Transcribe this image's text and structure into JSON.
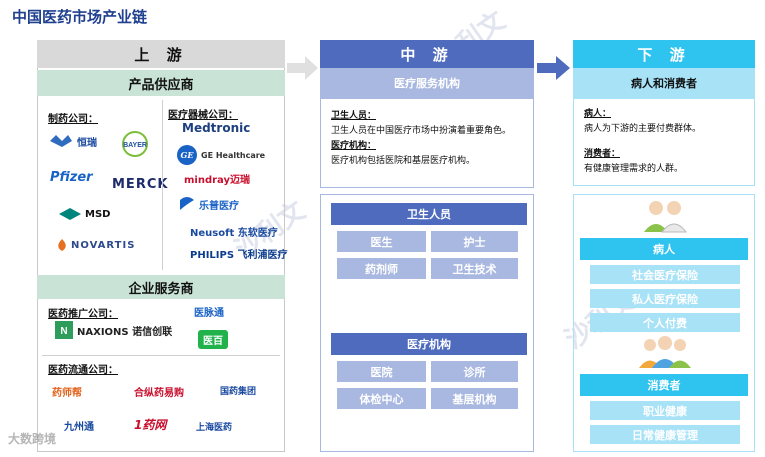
{
  "title": "中国医药市场产业链",
  "upstream": {
    "header": "上 游",
    "suppliers_header": "产品供应商",
    "pharma_label": "制药公司：",
    "pharma_logos": [
      "恒瑞",
      "BAYER",
      "Pfizer",
      "MERCK",
      "MSD",
      "NOVARTIS"
    ],
    "device_label": "医疗器械公司：",
    "device_logos": [
      "Medtronic",
      "GE Healthcare",
      "mindray迈瑞",
      "乐普医疗",
      "Neusoft 东软医疗",
      "PHILIPS 飞利浦医疗"
    ],
    "services_header": "企业服务商",
    "promo_label": "医药推广公司：",
    "promo_logos": [
      "NAXIONS 诺信创联",
      "医脉通",
      "医百"
    ],
    "circulation_label": "医药流通公司：",
    "circulation_logos": [
      "药师帮",
      "合纵药易购",
      "国药集团",
      "九州通",
      "1药网",
      "上海医药"
    ]
  },
  "midstream": {
    "header": "中 游",
    "subheader": "医疗服务机构",
    "desc_title_1": "卫生人员：",
    "desc_text_1": "卫生人员在中国医疗市场中扮演着重要角色。",
    "desc_title_2": "医疗机构：",
    "desc_text_2": "医疗机构包括医院和基层医疗机构。",
    "personnel_header": "卫生人员",
    "personnel_items": [
      "医生",
      "护士",
      "药剂师",
      "卫生技术"
    ],
    "institution_header": "医疗机构",
    "institution_items": [
      "医院",
      "诊所",
      "体检中心",
      "基层机构"
    ]
  },
  "downstream": {
    "header": "下 游",
    "subheader": "病人和消费者",
    "desc_title_1": "病人：",
    "desc_text_1": "病人为下游的主要付费群体。",
    "desc_title_2": "消费者：",
    "desc_text_2": "有健康管理需求的人群。",
    "patients_header": "病人",
    "patients_items": [
      "社会医疗保险",
      "私人医疗保险",
      "个人付费"
    ],
    "consumers_header": "消费者",
    "consumers_items": [
      "职业健康",
      "日常健康管理"
    ]
  },
  "watermark": {
    "text_1": "沙利文",
    "source": "大数跨境"
  },
  "colors": {
    "upstream_header": "#d9d9d9",
    "midstream_blue": "#4f6bbd",
    "downstream_cyan": "#2ec4ef",
    "green_section": "#c9e4d6",
    "light_blue_pill": "#a9b8e0"
  }
}
